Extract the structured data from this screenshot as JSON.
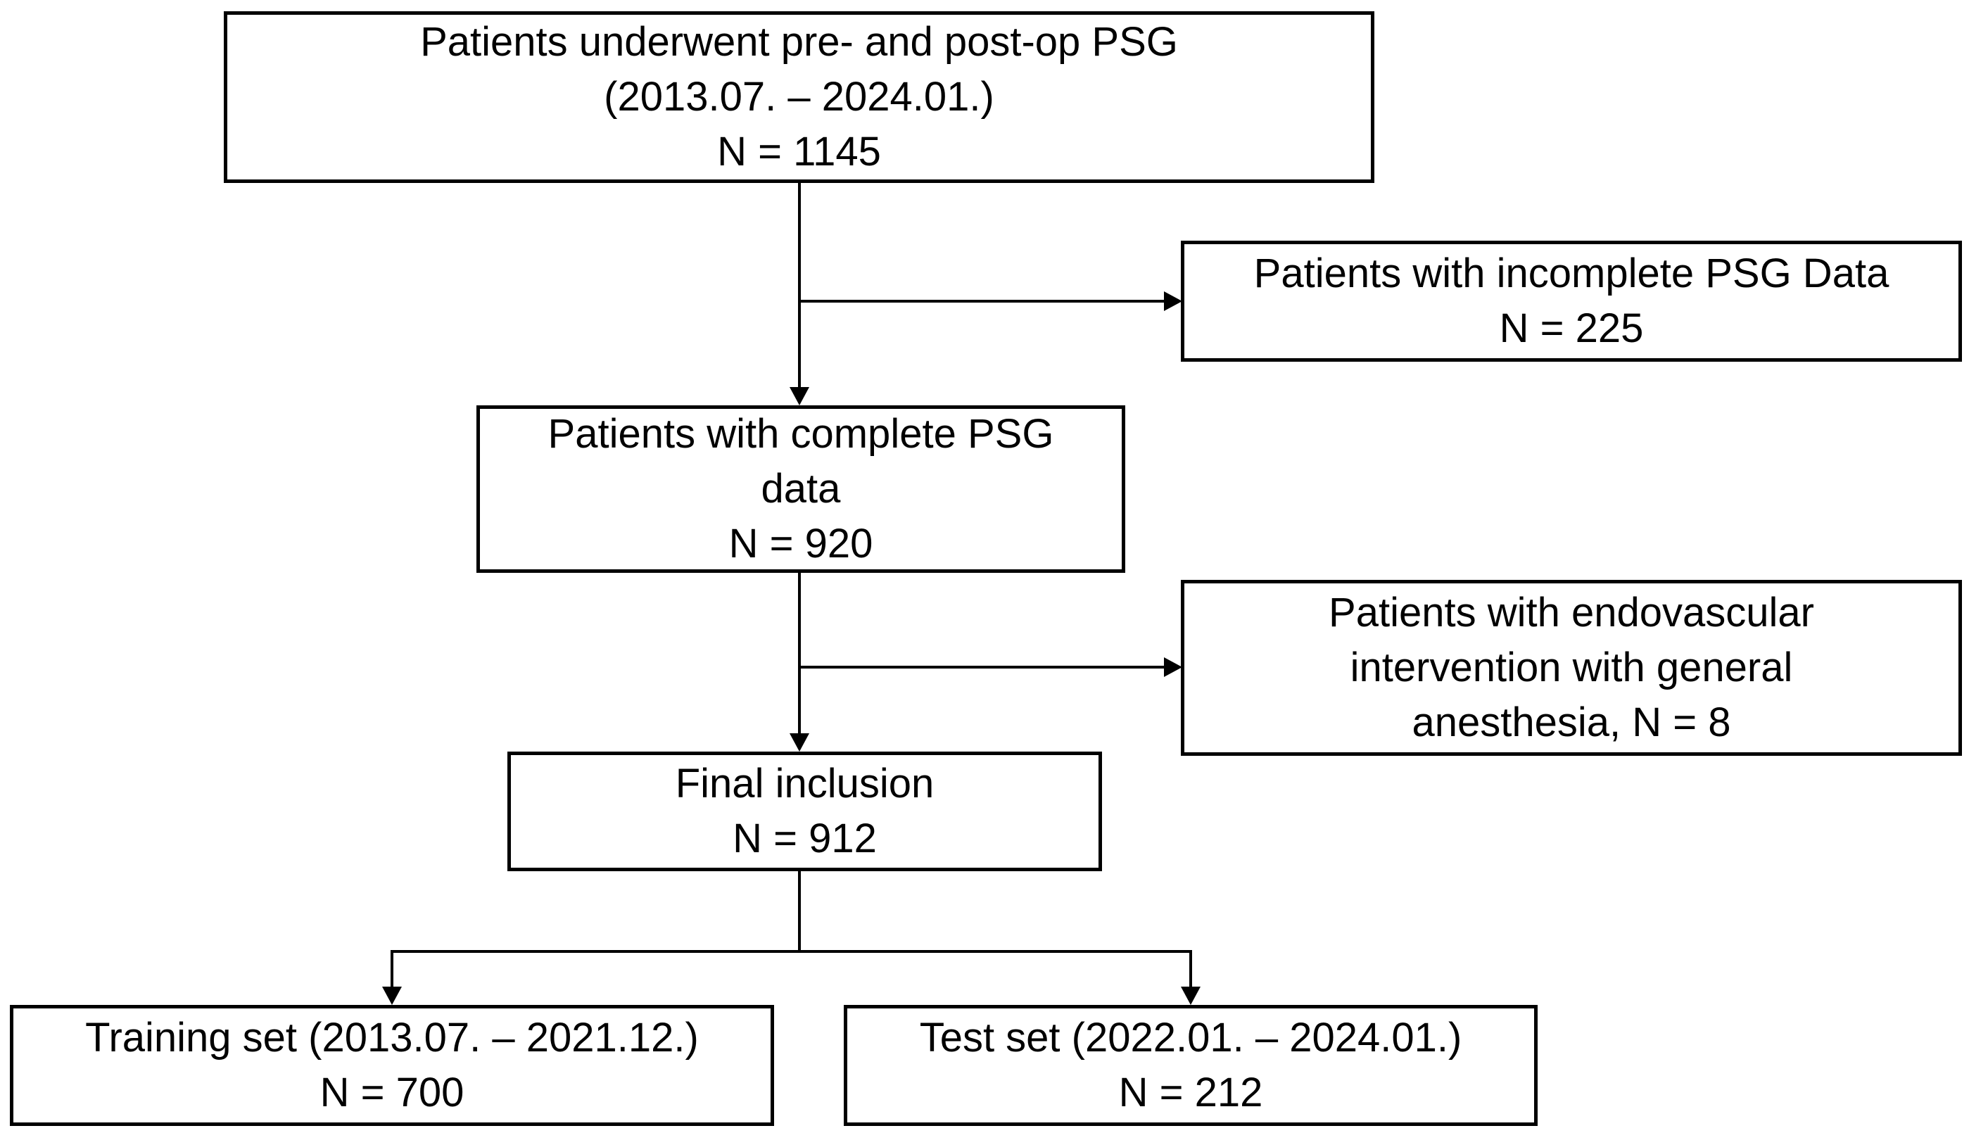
{
  "page": {
    "background_color": "#ffffff"
  },
  "diagram": {
    "type": "flowchart",
    "line_color": "#000000",
    "box_border_color": "#000000",
    "box_fill_color": "#ffffff",
    "text_color": "#000000",
    "nodes": [
      {
        "id": "preop-psg",
        "lines": [
          "Patients underwent pre- and post-op PSG",
          "(2013.07. – 2024.01.)",
          "N = 1145"
        ]
      },
      {
        "id": "incomplete-psg-data",
        "lines": [
          "Patients with incomplete PSG Data",
          "N = 225"
        ]
      },
      {
        "id": "complete-psg-data",
        "lines": [
          "Patients with complete PSG",
          "data",
          "N = 920"
        ]
      },
      {
        "id": "endovascular-exclusion",
        "lines": [
          "Patients with endovascular",
          "intervention with general",
          "anesthesia, N = 8"
        ]
      },
      {
        "id": "final-inclusion",
        "lines": [
          "Final inclusion",
          "N = 912"
        ]
      },
      {
        "id": "training-set",
        "lines": [
          "Training set (2013.07. – 2021.12.)",
          "N = 700"
        ]
      },
      {
        "id": "test-set",
        "lines": [
          "Test set (2022.01. – 2024.01.)",
          "N = 212"
        ]
      }
    ]
  }
}
